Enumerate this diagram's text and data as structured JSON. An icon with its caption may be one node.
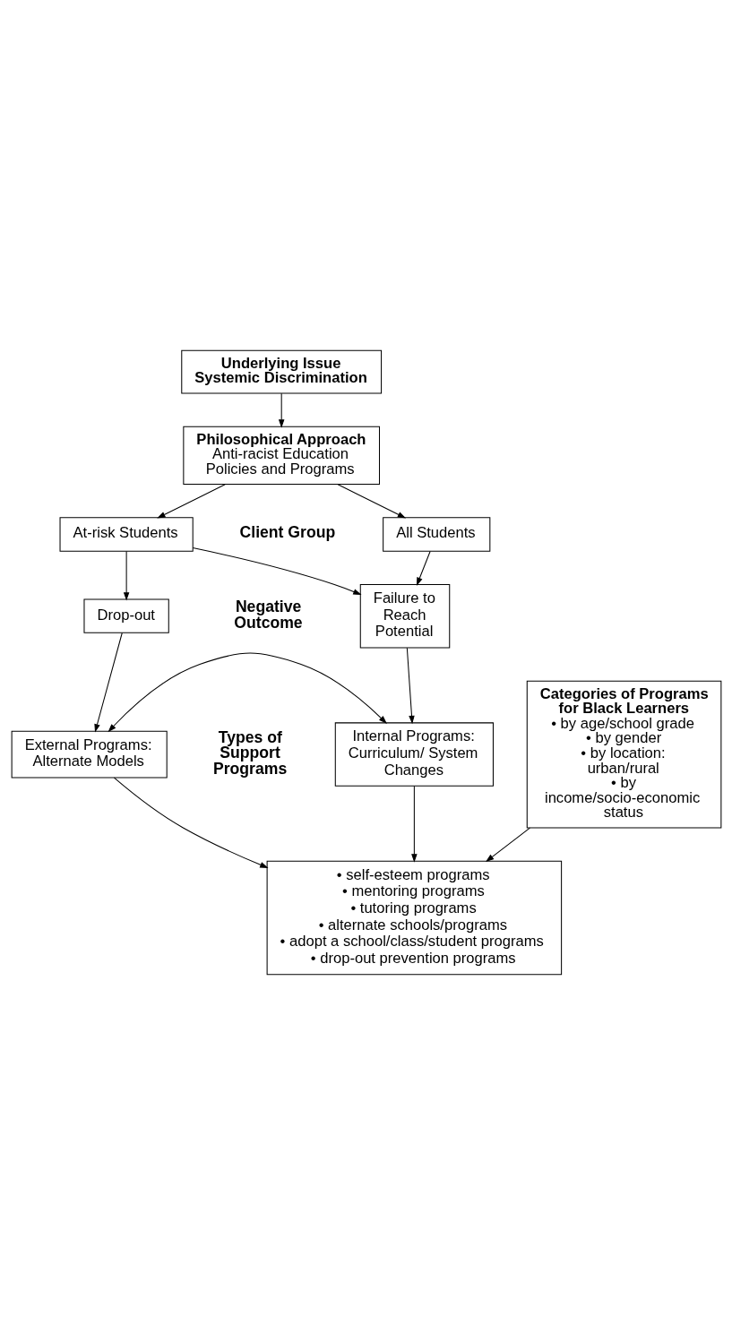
{
  "diagram": {
    "nodes": [
      {
        "text": [
          "Underlying Issue",
          "Systemic Discrimination"
        ]
      },
      {
        "text": [
          "Philosophical Approach",
          "Anti-racist Education Policies and Programs"
        ]
      },
      {
        "text": [
          "At-risk Students"
        ]
      },
      {
        "text": [
          "All Students"
        ]
      },
      {
        "text": [
          "Drop-out"
        ]
      },
      {
        "text": [
          "Failure to Reach Potential"
        ]
      },
      {
        "text": [
          "External Programs: Alternate Models"
        ]
      },
      {
        "text": [
          "Internal Programs: Curriculum/ System Changes"
        ]
      },
      {
        "text": [
          "• self-esteem programs",
          "• mentoring programs",
          "• tutoring programs",
          "• alternate schools/programs",
          "• adopt a school/class/student programs",
          "• drop-out prevention programs"
        ]
      },
      {
        "text": [
          "Categories of Programs for Black Learners",
          "• by age/school grade",
          "• by gender",
          "• by location: urban/rural",
          "• by income/socio-economic status"
        ]
      }
    ],
    "edges": [
      {
        "from": 0,
        "to": 1,
        "arrow": "to"
      },
      {
        "from": 1,
        "to": 2,
        "arrow": "to"
      },
      {
        "from": 1,
        "to": 3,
        "arrow": "to"
      },
      {
        "from": 2,
        "to": 4,
        "arrow": "to"
      },
      {
        "from": 2,
        "to": 5,
        "arrow": "to"
      },
      {
        "from": 3,
        "to": 5,
        "arrow": "to"
      },
      {
        "from": 4,
        "to": 6,
        "arrow": "to"
      },
      {
        "from": 5,
        "to": 7,
        "arrow": "to"
      },
      {
        "from": 6,
        "to": 7,
        "arrow": "both"
      },
      {
        "from": 6,
        "to": 8,
        "arrow": "to"
      },
      {
        "from": 7,
        "to": 8,
        "arrow": "to"
      },
      {
        "from": 9,
        "to": 8,
        "arrow": "to"
      }
    ],
    "labels": [
      "Client Group",
      "Negative Outcome",
      "Types of Support Programs"
    ]
  }
}
